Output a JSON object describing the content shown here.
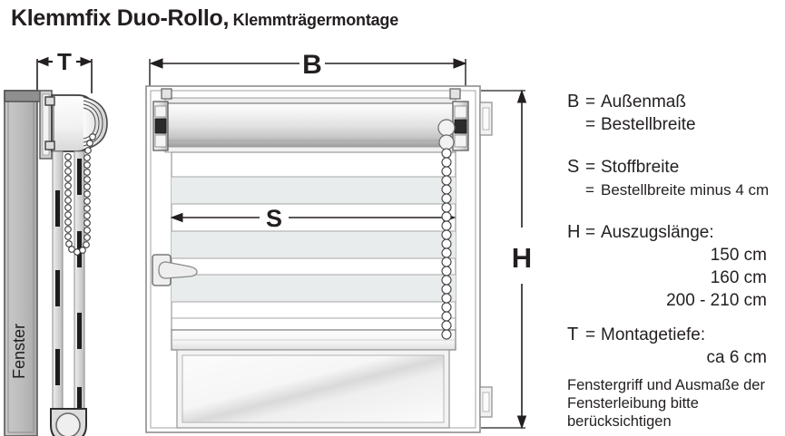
{
  "title": {
    "main": "Klemmfix Duo-Rollo,",
    "sub": "Klemmträgermontage"
  },
  "diagram_labels": {
    "depth": "T",
    "width_outer": "B",
    "width_fabric": "S",
    "height": "H",
    "window_side": "Fenster"
  },
  "legend": {
    "b_symbol": "B",
    "b_eq1": "=",
    "b_line1": "Außenmaß",
    "b_eq2": "=",
    "b_line2": "Bestellbreite",
    "s_symbol": "S",
    "s_eq1": "=",
    "s_line1": "Stoffbreite",
    "s_eq2": "=",
    "s_line2": "Bestellbreite minus 4 cm",
    "h_symbol": "H",
    "h_eq1": "=",
    "h_line1": "Auszugslänge:",
    "h_values": [
      "150 cm",
      "160 cm",
      "200 - 210 cm"
    ],
    "t_symbol": "T",
    "t_eq1": "=",
    "t_line1": "Montagetiefe:",
    "t_values": [
      "ca 6 cm"
    ],
    "note": [
      "Fenstergriff und Ausmaße der",
      "Fensterleibung bitte",
      "berücksichtigen"
    ]
  },
  "colors": {
    "ink": "#231f20",
    "line": "#6e6e6e",
    "light_line": "#9a9a9a",
    "frame_fill": "#ffffff",
    "stripe": "#e9ecec",
    "metal_dark": "#808080",
    "metal_mid": "#b8b8b8",
    "metal_light": "#e2e2e2",
    "glass": "#f4f5f5"
  }
}
